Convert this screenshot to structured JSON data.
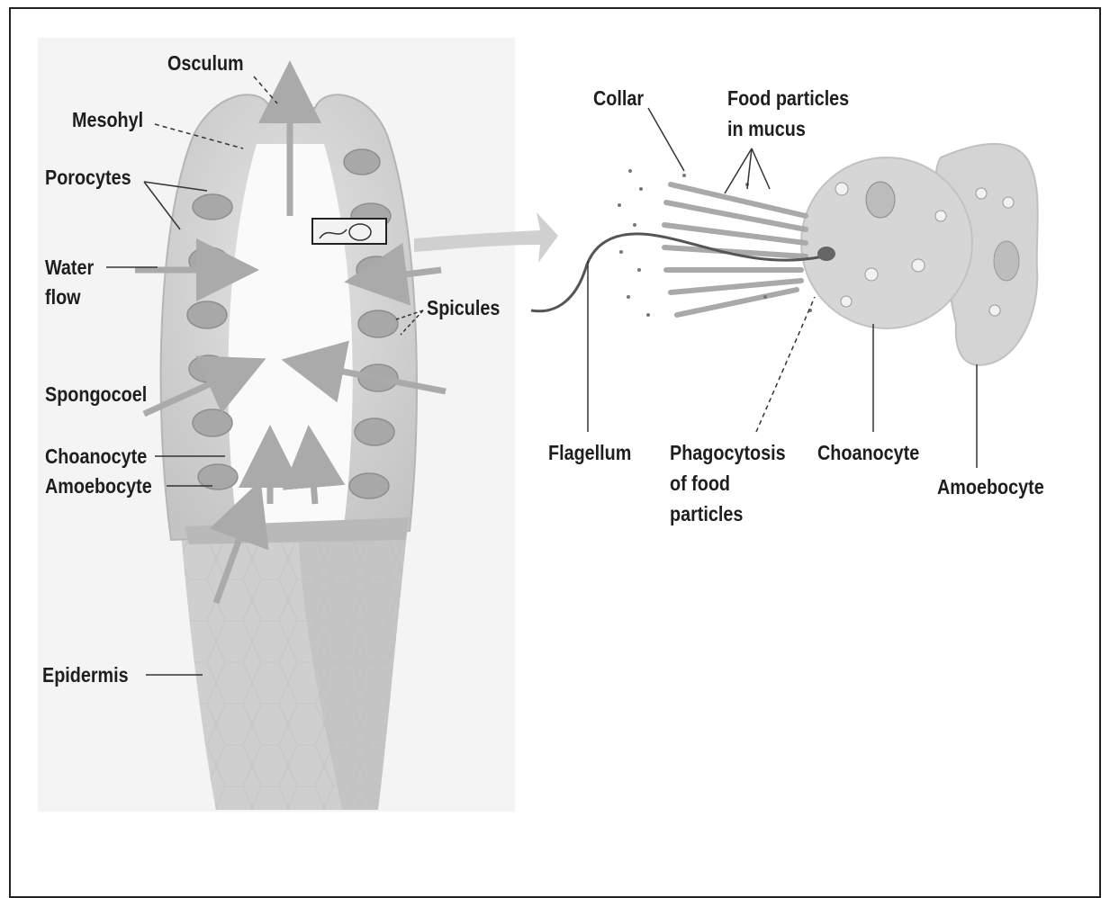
{
  "labels": {
    "osculum": "Osculum",
    "mesohyl": "Mesohyl",
    "porocytes": "Porocytes",
    "water_flow_1": "Water",
    "water_flow_2": "flow",
    "spongocoel": "Spongocoel",
    "choanocyte_left": "Choanocyte",
    "amoebocyte_left": "Amoebocyte",
    "epidermis": "Epidermis",
    "spicules": "Spicules",
    "collar": "Collar",
    "food_particles_1": "Food particles",
    "food_particles_2": "in mucus",
    "flagellum": "Flagellum",
    "phagocytosis_1": "Phagocytosis",
    "phagocytosis_2": "of food",
    "phagocytosis_3": "particles",
    "choanocyte_right": "Choanocyte",
    "amoebocyte_right": "Amoebocyte"
  },
  "colors": {
    "sponge_body": "#d4d4d4",
    "sponge_wall": "#bdbdbd",
    "chamber": "#a9a9a9",
    "cell": "#d9d9d9",
    "leader_line": "#333333",
    "arrow": "#b0b0b0",
    "text": "#1e1e1e"
  }
}
